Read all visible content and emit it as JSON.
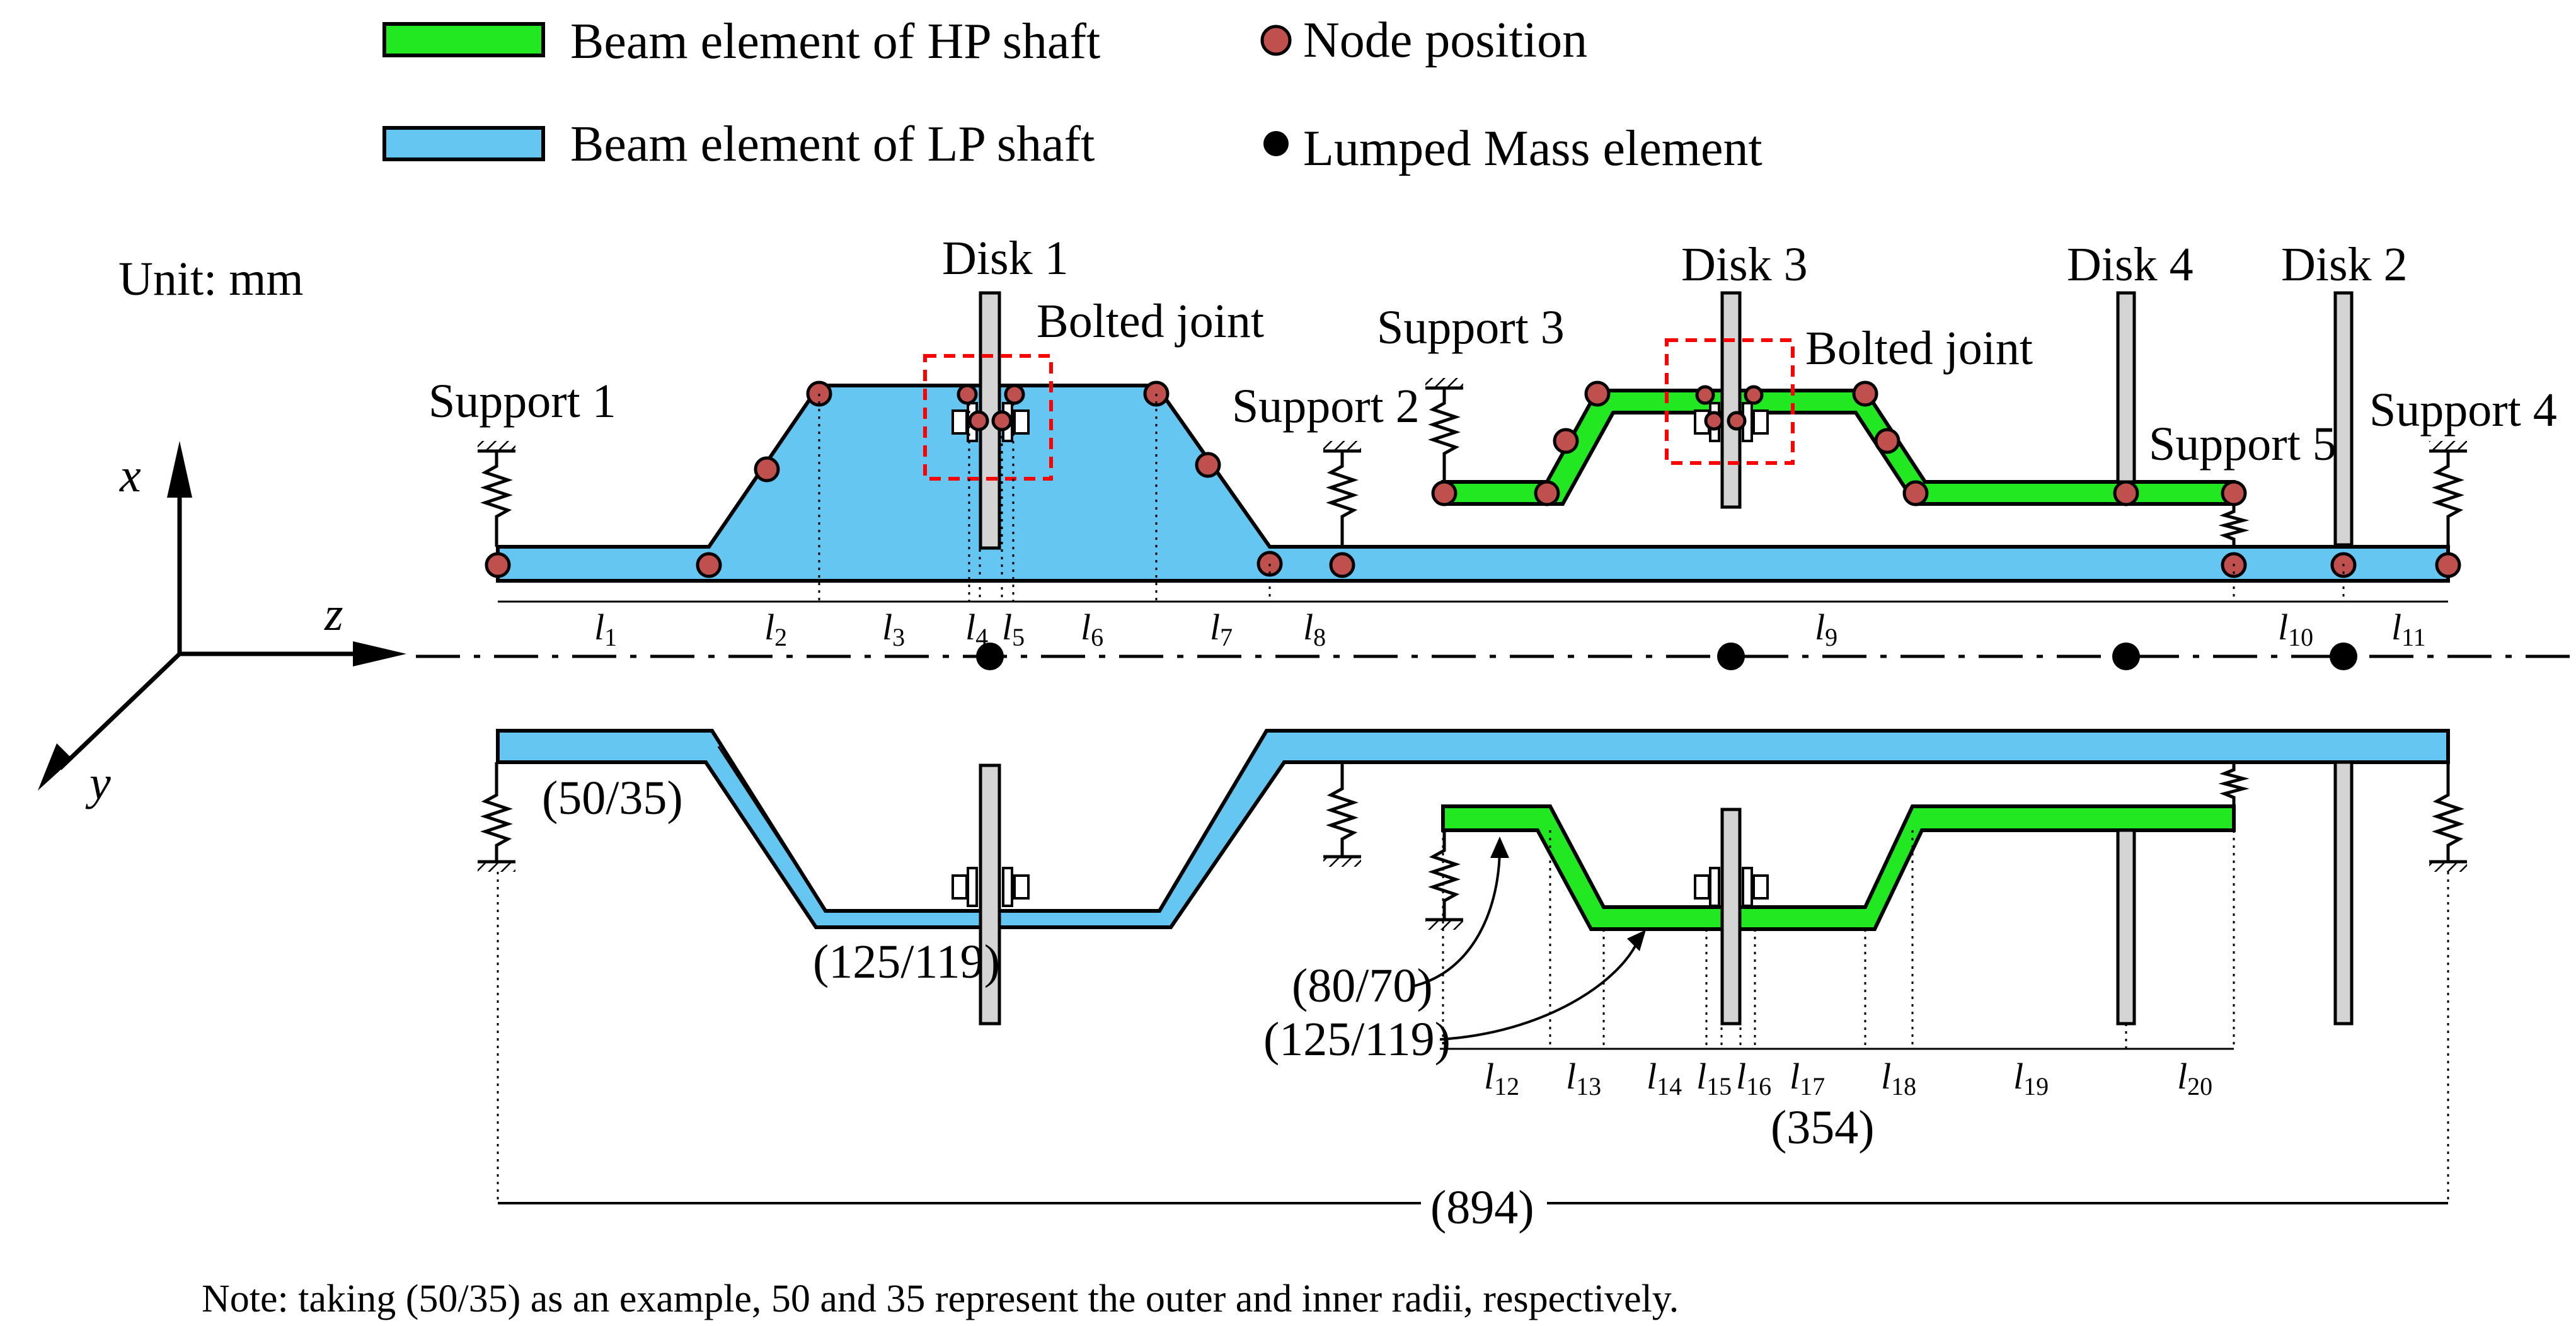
{
  "legend": {
    "hp_beam": "Beam element of HP shaft",
    "lp_beam": "Beam element of LP shaft",
    "node": "Node position",
    "lumped": "Lumped Mass element"
  },
  "unit_label": "Unit: mm",
  "axes": {
    "x": "x",
    "y": "y",
    "z": "z"
  },
  "disks": {
    "d1": "Disk 1",
    "d2": "Disk 2",
    "d3": "Disk 3",
    "d4": "Disk 4"
  },
  "supports": {
    "s1": "Support 1",
    "s2": "Support 2",
    "s3": "Support 3",
    "s4": "Support 4",
    "s5": "Support 5"
  },
  "bolted_joint": "Bolted joint",
  "segment_letter": "l",
  "segments": [
    "1",
    "2",
    "3",
    "4",
    "5",
    "6",
    "7",
    "8",
    "9",
    "10",
    "11",
    "12",
    "13",
    "14",
    "15",
    "16",
    "17",
    "18",
    "19",
    "20"
  ],
  "dimensions": {
    "lp_radii_1": "(50/35)",
    "lp_radii_2": "(125/119)",
    "hp_radii_1": "(80/70)",
    "hp_radii_2": "(125/119)",
    "hp_length": "(354)",
    "total_length": "(894)"
  },
  "note": "Note: taking (50/35) as an example, 50 and 35 represent the outer and inner radii, respectively.",
  "colors": {
    "hp": "#22e822",
    "lp": "#66c6f2",
    "node": "#c0504d",
    "disk": "#d4d4d4",
    "dashbox": "#ff0000"
  }
}
